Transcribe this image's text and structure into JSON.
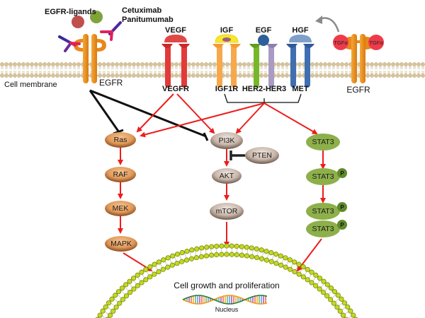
{
  "diagram": {
    "membrane_label": "Cell membrane",
    "ligands": {
      "egfr_ligands": "EGFR-ligands",
      "antibodies_line1": "Cetuximab",
      "antibodies_line2": "Panitumumab",
      "vegf": "VEGF",
      "igf": "IGF",
      "egf": "EGF",
      "hgf": "HGF",
      "tgfa": "TGFα"
    },
    "receptors": {
      "egfr_left": "EGFR",
      "vegfr": "VEGFR",
      "igf1r": "IGF1R",
      "her2her3": "HER2-HER3",
      "met": "MET",
      "egfr_right": "EGFR"
    },
    "nodes": {
      "ras": "Ras",
      "raf": "RAF",
      "mek": "MEK",
      "mapk": "MAPK",
      "pi3k": "PI3K",
      "pten": "PTEN",
      "akt": "AKT",
      "mtor": "mTOR",
      "stat3": "STAT3",
      "phospho": "P"
    },
    "nucleus": {
      "outcome": "Cell growth and proliferation",
      "label": "Nucleus"
    },
    "colors": {
      "activation_arrow": "#ee1c1c",
      "inhibition_arrow": "#111111",
      "egfr": "#f0961e",
      "vegfr": "#e23a3a",
      "igf1r": "#f7a84a",
      "her2": "#76b82a",
      "her3": "#a99bc4",
      "met": "#3f6fb0",
      "ras_pathway": "#d9884a",
      "pi3k_pathway": "#b9a79c",
      "stat3": "#8db04a",
      "nucleus_lipid": "#b5cc1a"
    }
  }
}
